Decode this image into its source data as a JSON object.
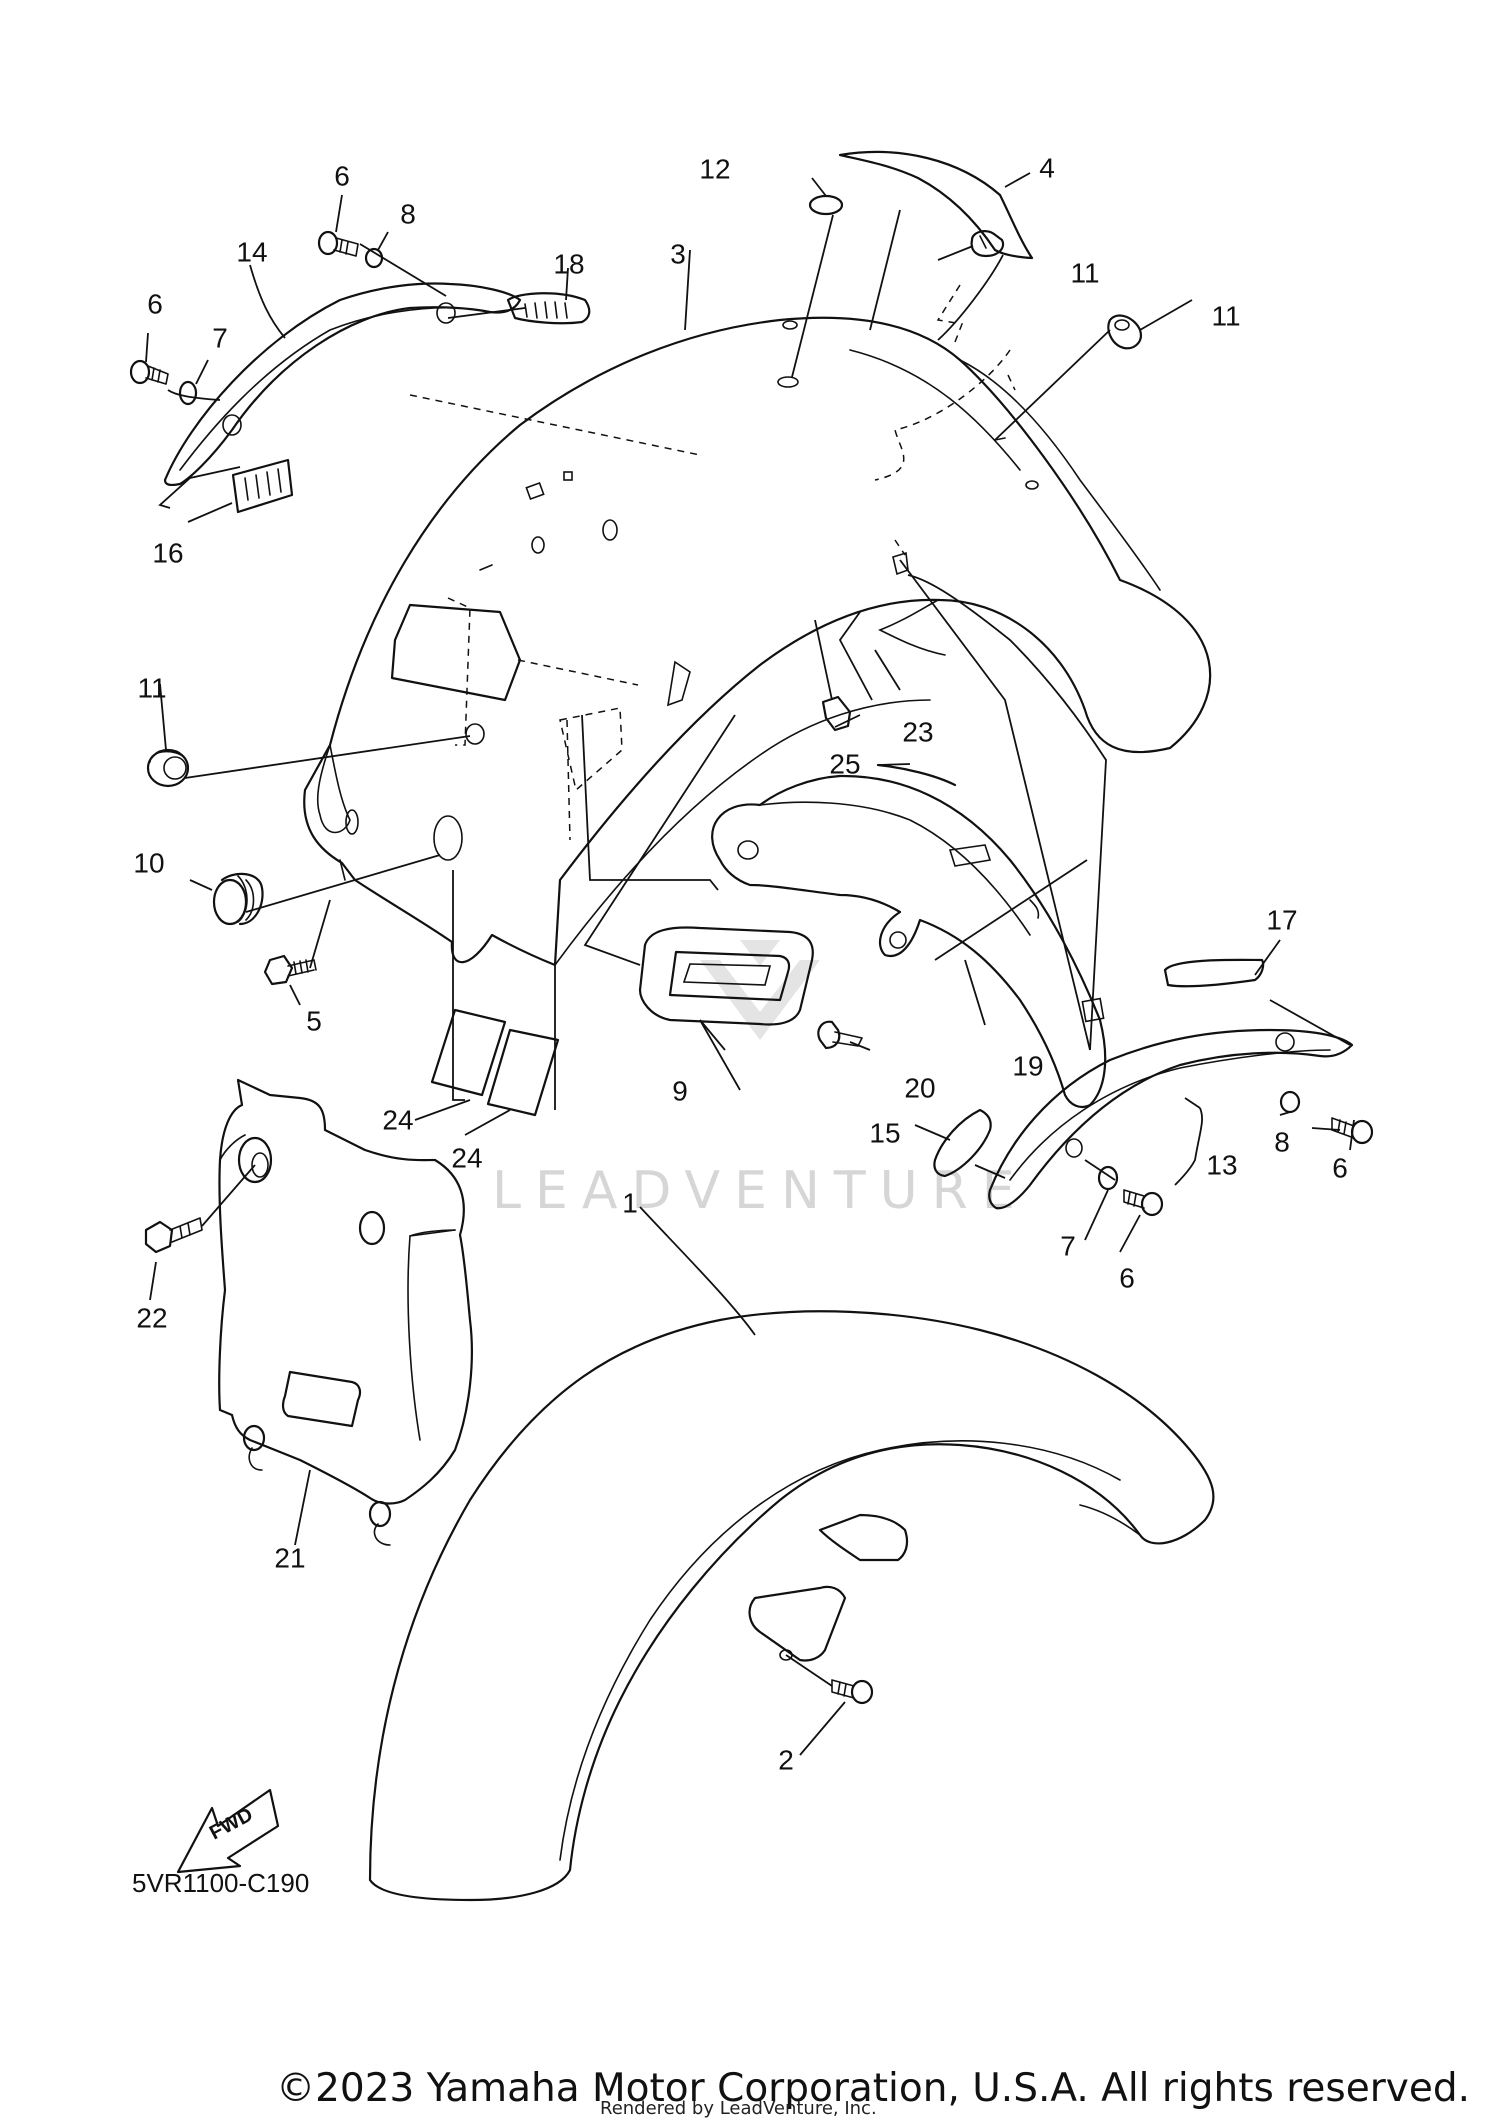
{
  "diagram_code": "5VR1100-C190",
  "fwd_label": "FWD",
  "watermark": "LEADVENTURE",
  "copyright": "©2023 Yamaha Motor Corporation, U.S.A. All rights reserved.",
  "rendered_by": "Rendered by LeadVenture, Inc.",
  "callouts": [
    {
      "id": "c-12",
      "label": "12"
    },
    {
      "id": "c-4",
      "label": "4"
    },
    {
      "id": "c-6a",
      "label": "6"
    },
    {
      "id": "c-8a",
      "label": "8"
    },
    {
      "id": "c-3",
      "label": "3"
    },
    {
      "id": "c-11a",
      "label": "11"
    },
    {
      "id": "c-14",
      "label": "14"
    },
    {
      "id": "c-18",
      "label": "18"
    },
    {
      "id": "c-11b",
      "label": "11"
    },
    {
      "id": "c-6b",
      "label": "6"
    },
    {
      "id": "c-7a",
      "label": "7"
    },
    {
      "id": "c-16",
      "label": "16"
    },
    {
      "id": "c-11c",
      "label": "11"
    },
    {
      "id": "c-23",
      "label": "23"
    },
    {
      "id": "c-25",
      "label": "25"
    },
    {
      "id": "c-10",
      "label": "10"
    },
    {
      "id": "c-5",
      "label": "5"
    },
    {
      "id": "c-17",
      "label": "17"
    },
    {
      "id": "c-9",
      "label": "9"
    },
    {
      "id": "c-20",
      "label": "20"
    },
    {
      "id": "c-19",
      "label": "19"
    },
    {
      "id": "c-24a",
      "label": "24"
    },
    {
      "id": "c-24b",
      "label": "24"
    },
    {
      "id": "c-8b",
      "label": "8"
    },
    {
      "id": "c-6c",
      "label": "6"
    },
    {
      "id": "c-15",
      "label": "15"
    },
    {
      "id": "c-13",
      "label": "13"
    },
    {
      "id": "c-1",
      "label": "1"
    },
    {
      "id": "c-7b",
      "label": "7"
    },
    {
      "id": "c-6d",
      "label": "6"
    },
    {
      "id": "c-22",
      "label": "22"
    },
    {
      "id": "c-21",
      "label": "21"
    },
    {
      "id": "c-2",
      "label": "2"
    }
  ]
}
